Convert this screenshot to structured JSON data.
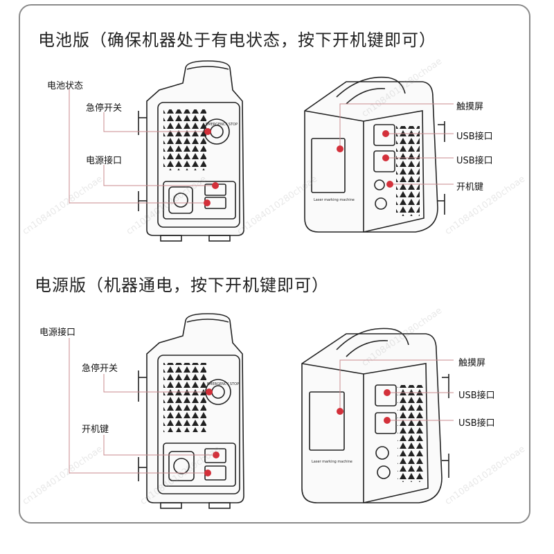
{
  "sections": [
    {
      "heading": "电池版（确保机器处于有电状态，按下开机键即可）",
      "labels": {
        "battery_status": "电池状态",
        "emergency_stop": "急停开关",
        "power_port": "电源接口",
        "touch_screen": "触摸屏",
        "usb_port_1": "USB接口",
        "usb_port_2": "USB接口",
        "power_button": "开机键"
      }
    },
    {
      "heading": "电源版（机器通电，按下开机键即可）",
      "labels": {
        "power_port": "电源接口",
        "emergency_stop": "急停开关",
        "power_button": "开机键",
        "touch_screen": "触摸屏",
        "usb_port_1": "USB接口",
        "usb_port_2": "USB接口"
      }
    }
  ],
  "device_text": {
    "panel_brand": "Laser marking machine",
    "estop_text": "EMERGENCY STOP"
  },
  "watermark": "cn1084010280choae",
  "colors": {
    "marker": "#d3303a",
    "lead_line": "#c98a8e",
    "frame": "#8a8a8a"
  }
}
